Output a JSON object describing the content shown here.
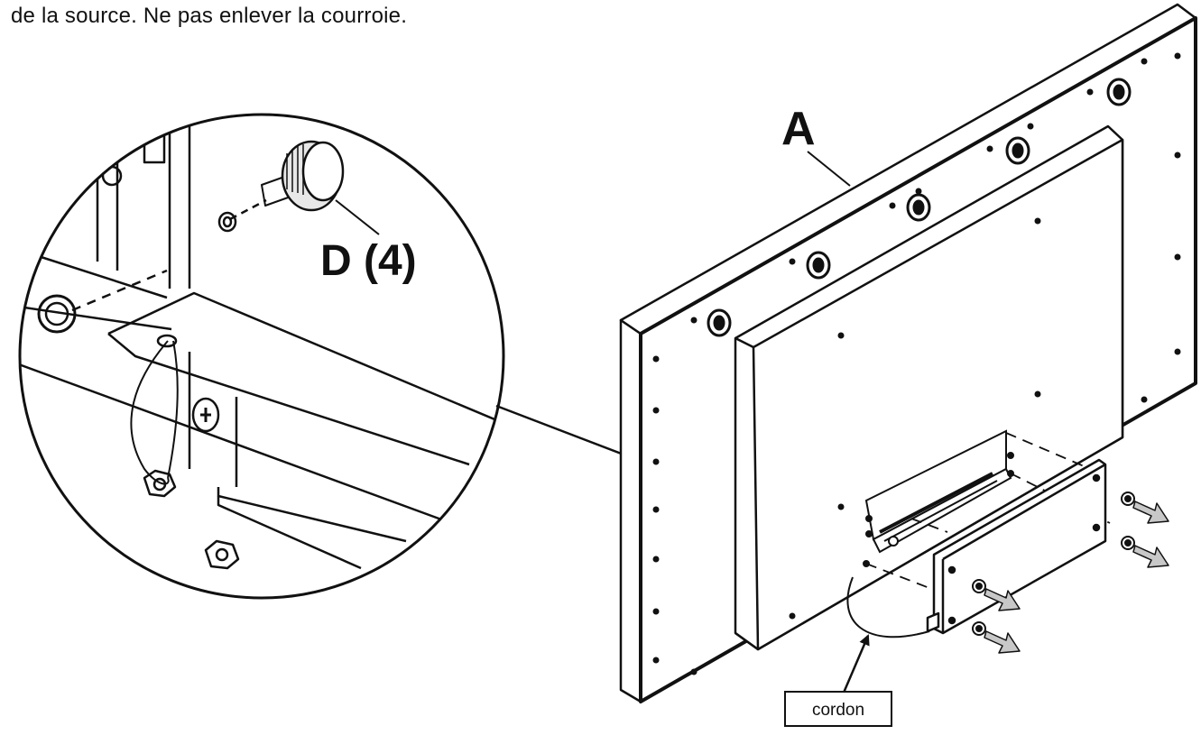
{
  "instruction": "de la source. Ne pas enlever la courroie.",
  "labels": {
    "part_a": "A",
    "part_d": "D (4)",
    "cord": "cordon"
  },
  "colors": {
    "line": "#111111",
    "arrow_fill": "#c8c8c8",
    "background": "#ffffff"
  }
}
